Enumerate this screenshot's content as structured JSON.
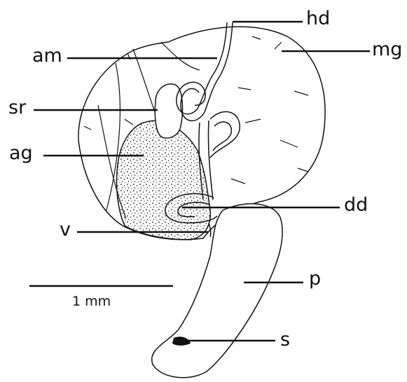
{
  "labels": {
    "hd": "hd",
    "am": "am",
    "mg": "mg",
    "sr": "sr",
    "ag": "ag",
    "dd": "dd",
    "v": "v",
    "p": "p",
    "s": "s"
  },
  "scale_bar": {
    "text": "1 mm"
  },
  "colors": {
    "ink": "#111111",
    "background": "#ffffff"
  }
}
